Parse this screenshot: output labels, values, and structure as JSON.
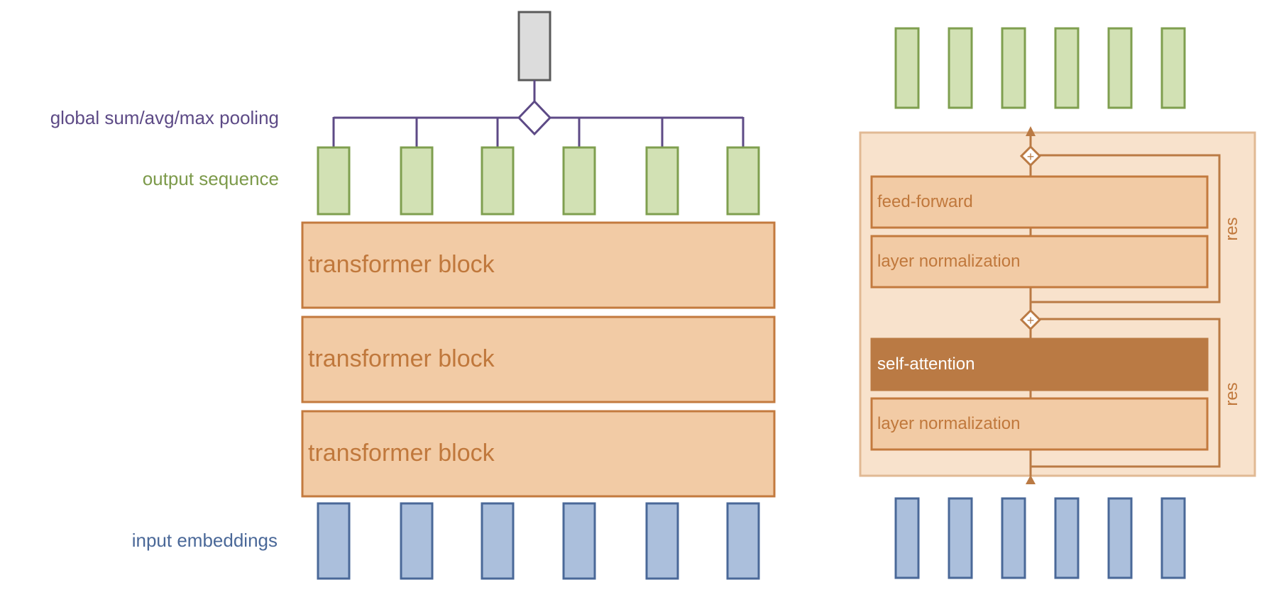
{
  "colors": {
    "purple": "#5d4a86",
    "green_fill": "#d2e1b4",
    "green_stroke": "#7f9f4f",
    "green_text": "#7c9a4a",
    "blue_fill": "#abbfdc",
    "blue_stroke": "#4a6898",
    "blue_text": "#4a6898",
    "orange_fill": "#f2cba5",
    "orange_stroke": "#c37a3e",
    "orange_text": "#c0783c",
    "orange_dark": "#ba7a44",
    "panel_fill": "#f8e2cc",
    "panel_stroke": "#e1b994",
    "gray_fill": "#dcdcdc",
    "gray_stroke": "#5a5a5a"
  },
  "left": {
    "labels": {
      "pooling": "global sum/avg/max pooling",
      "output": "output sequence",
      "input": "input embeddings"
    },
    "blocks": [
      "transformer block",
      "transformer block",
      "transformer block"
    ]
  },
  "right": {
    "layers": {
      "feed_forward": "feed-forward",
      "layer_norm_top": "layer normalization",
      "self_attention": "self-attention",
      "layer_norm_bottom": "layer normalization"
    },
    "residual_labels": [
      "res",
      "res"
    ],
    "plus_symbol": "+"
  }
}
